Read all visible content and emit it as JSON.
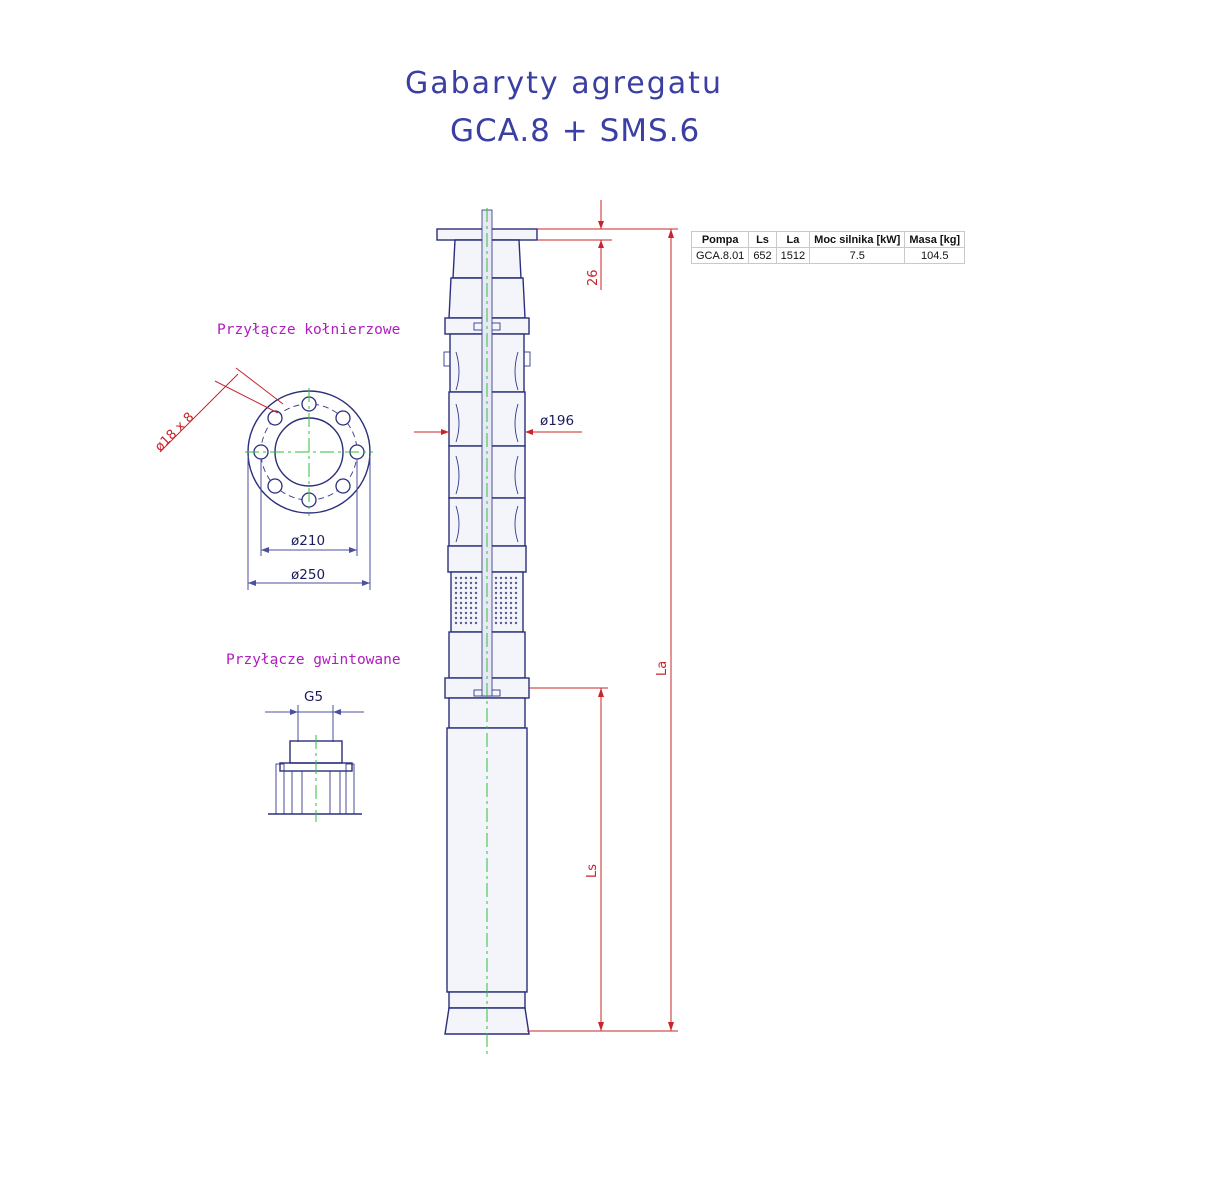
{
  "title": {
    "line1": "Gabaryty agregatu",
    "line2": "GCA.8 + SMS.6"
  },
  "flange_view": {
    "label": "Przyłącze kołnierzowe",
    "bolt_holes": "ø18 x 8",
    "bolt_circle": "ø210",
    "outer_diameter": "ø250"
  },
  "thread_view": {
    "label": "Przyłącze gwintowane",
    "thread": "G5"
  },
  "main_view": {
    "diameter": "ø196",
    "offset": "26",
    "la_label": "La",
    "ls_label": "Ls"
  },
  "table": {
    "headers": [
      "Pompa",
      "Ls",
      "La",
      "Moc silnika [kW]",
      "Masa [kg]"
    ],
    "rows": [
      [
        "GCA.8.01",
        "652",
        "1512",
        "7.5",
        "104.5"
      ]
    ]
  },
  "colors": {
    "outline": "#2a2f7a",
    "dimension": "#c8242a",
    "centerline": "#2fbf3a",
    "label": "#b01cc0",
    "title": "#3b3fa3"
  }
}
